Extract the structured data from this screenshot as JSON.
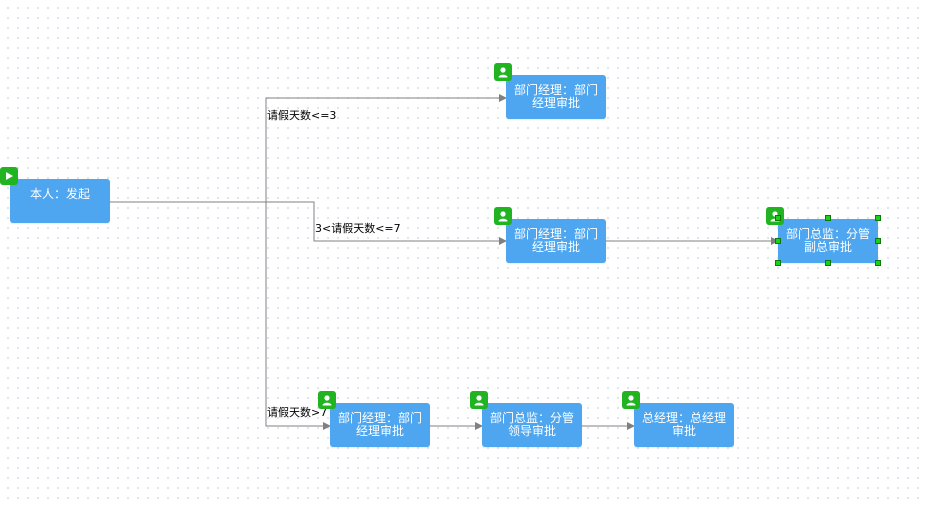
{
  "nodes": {
    "start": "本人：发起",
    "a1": "部门经理：部门经理审批",
    "b1": "部门经理：部门经理审批",
    "b2": "部门总监：分管副总审批",
    "c1": "部门经理：部门经理审批",
    "c2": "部门总监：分管领导审批",
    "c3": "总经理：总经理审批"
  },
  "edges": {
    "cond_a": "请假天数<=3",
    "cond_b": "3<请假天数<=7",
    "cond_c": "请假天数>7"
  },
  "icons": {
    "start": "play-icon",
    "task": "user-icon"
  },
  "colors": {
    "node": "#4ea6f0",
    "badge": "#21b321",
    "line": "#808080",
    "handle": "#19d119"
  }
}
